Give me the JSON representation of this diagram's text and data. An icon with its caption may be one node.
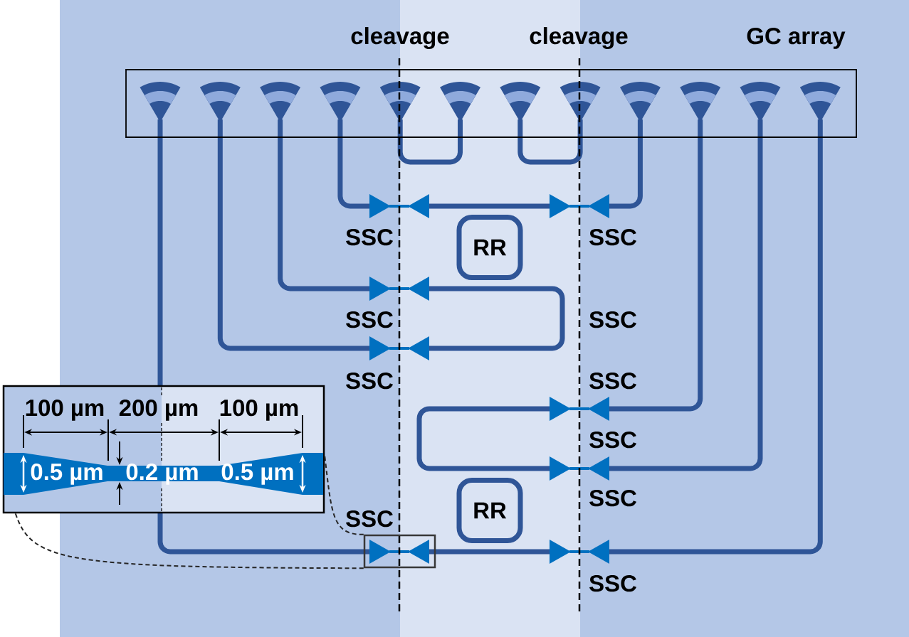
{
  "diagram": {
    "nodes": [
      {
        "text": [
          "GC array"
        ]
      },
      {
        "text": [
          "RR"
        ]
      },
      {
        "text": [],
        "shape": "picture"
      },
      {
        "text": [
          "RR"
        ]
      },
      {
        "text": [],
        "shape": "box"
      }
    ],
    "edges": [
      {
        "from": 2,
        "to": 4,
        "arrow": "none",
        "style": "dashed"
      },
      {
        "from": 2,
        "to": 4,
        "arrow": "none",
        "style": "dashed"
      }
    ],
    "labels": [
      "cleavage",
      "cleavage",
      "SSC",
      "SSC",
      "SSC",
      "SSC",
      "SSC",
      "SSC",
      "100 µm",
      "200 µm",
      "100 µm",
      "SSC",
      "0.5 µm",
      "0.2 µm",
      "0.5 µm",
      "SSC",
      "SSC",
      "SSC"
    ]
  }
}
